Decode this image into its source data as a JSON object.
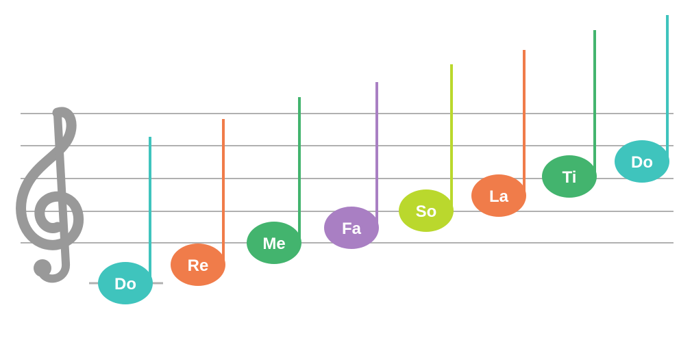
{
  "staff": {
    "line_color": "#b0b0b0",
    "clef": {
      "icon": "treble-clef-icon",
      "color": "#999999"
    }
  },
  "notes": [
    {
      "label": "Do",
      "color": "#3fc4bd"
    },
    {
      "label": "Re",
      "color": "#f07c4a"
    },
    {
      "label": "Me",
      "color": "#43b46e"
    },
    {
      "label": "Fa",
      "color": "#a97fc3"
    },
    {
      "label": "So",
      "color": "#bad82d"
    },
    {
      "label": "La",
      "color": "#f07c4a"
    },
    {
      "label": "Ti",
      "color": "#43b46e"
    },
    {
      "label": "Do",
      "color": "#3fc4bd"
    }
  ]
}
